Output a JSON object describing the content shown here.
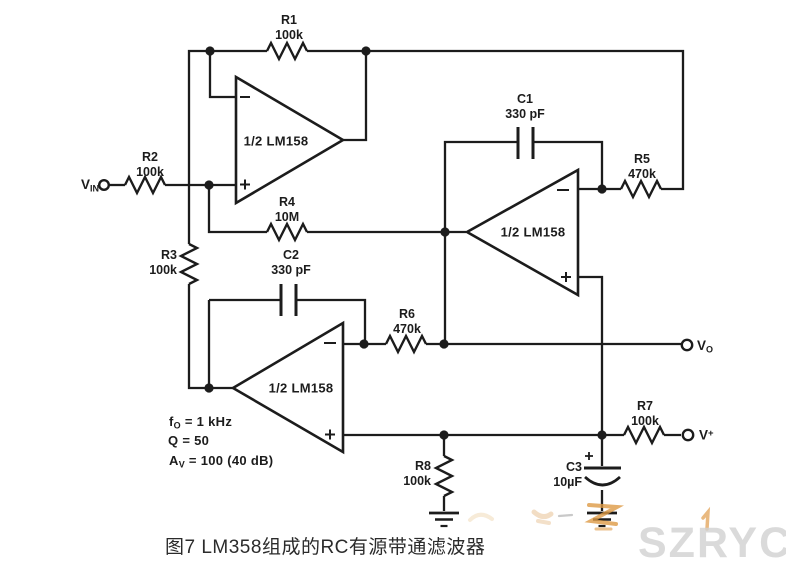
{
  "figure": {
    "caption": "图7 LM358组成的RC有源带通滤波器",
    "watermark": "SZRYC"
  },
  "opamps": {
    "a1": {
      "label": "1/2 LM158"
    },
    "a2": {
      "label": "1/2 LM158"
    },
    "a3": {
      "label": "1/2 LM158"
    }
  },
  "components": {
    "r1": {
      "ref": "R1",
      "value": "100k"
    },
    "r2": {
      "ref": "R2",
      "value": "100k"
    },
    "r3": {
      "ref": "R3",
      "value": "100k"
    },
    "r4": {
      "ref": "R4",
      "value": "10M"
    },
    "r5": {
      "ref": "R5",
      "value": "470k"
    },
    "r6": {
      "ref": "R6",
      "value": "470k"
    },
    "r7": {
      "ref": "R7",
      "value": "100k"
    },
    "r8": {
      "ref": "R8",
      "value": "100k"
    },
    "c1": {
      "ref": "C1",
      "value": "330 pF"
    },
    "c2": {
      "ref": "C2",
      "value": "330 pF"
    },
    "c3": {
      "ref": "C3",
      "value": "10µF"
    }
  },
  "terminals": {
    "vin": {
      "base": "V",
      "sub": "IN"
    },
    "vout": {
      "base": "V",
      "sub": "O"
    },
    "vplus": {
      "base": "V",
      "sup": "+"
    }
  },
  "annotations": {
    "f0": {
      "base": "f",
      "sub": "O",
      "rest": " = 1 kHz"
    },
    "q": {
      "text": "Q = 50"
    },
    "av": {
      "base": "A",
      "sub": "V",
      "rest": " = 100 (40 dB)"
    }
  },
  "colors": {
    "line": "#1c1c1c",
    "watermark": "#d2d2d2",
    "scribble_orange": "#dd9a45",
    "scribble_tan": "#e8c194"
  }
}
